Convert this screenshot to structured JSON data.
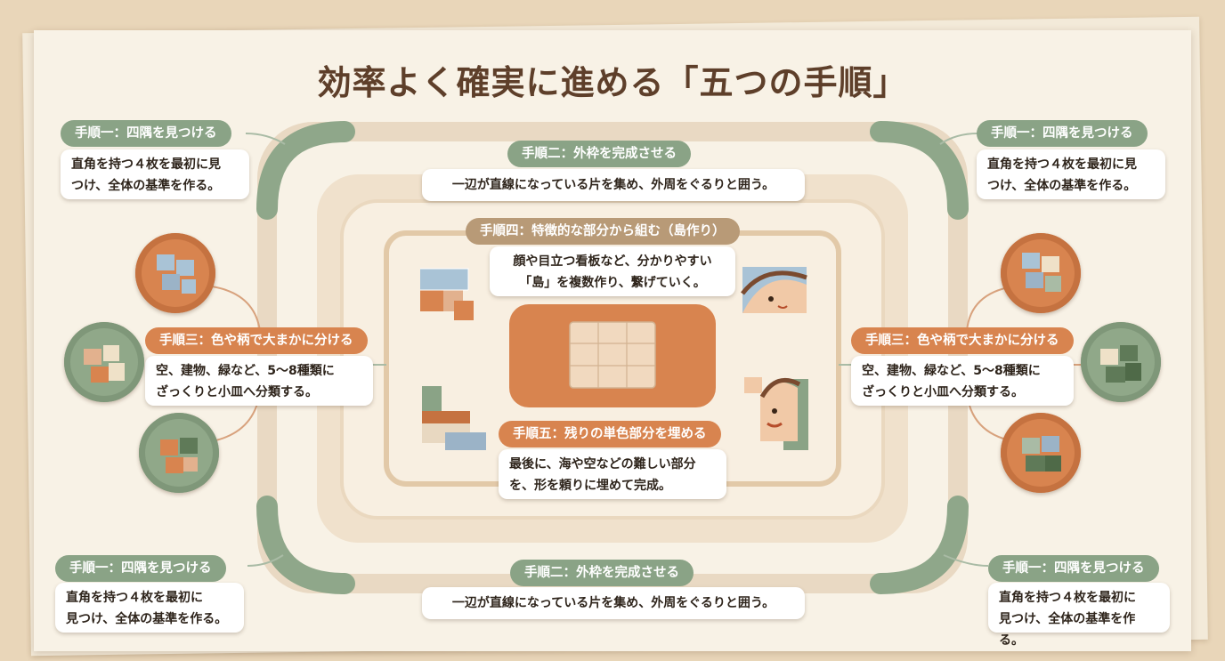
{
  "title": "効率よく確実に進める「五つの手順」",
  "step1": {
    "label": "手順一：四隅を見つける",
    "corners": [
      {
        "lines": [
          "直角を持つ４枚を最初に見",
          "つけ、全体の基準を作る。"
        ]
      },
      {
        "lines": [
          "直角を持つ４枚を最初に見",
          "つけ、全体の基準を作る。"
        ]
      },
      {
        "lines": [
          "直角を持つ４枚を最初に",
          "見つけ、全体の基準を作る。"
        ]
      },
      {
        "lines": [
          "直角を持つ４枚を最初に",
          "見つけ、全体の基準を作る。"
        ]
      }
    ]
  },
  "step2": {
    "label": "手順二：外枠を完成させる",
    "text": "一辺が直線になっている片を集め、外周をぐるりと囲う。"
  },
  "step3": {
    "label": "手順三：色や柄で大まかに分ける",
    "lines": [
      "空、建物、緑など、5〜8種類に",
      "ざっくりと小皿へ分類する。"
    ]
  },
  "step4": {
    "label": "手順四：特徴的な部分から組む（島作り）",
    "lines": [
      "顔や目立つ看板など、分かりやすい",
      "「島」を複数作り、繋げていく。"
    ]
  },
  "step5": {
    "label": "手順五：残りの単色部分を埋める",
    "lines": [
      "最後に、海や空などの難しい部分",
      "を、形を頼りに埋めて完成。"
    ]
  },
  "colors": {
    "brown": "#5e3f2a",
    "green": "#8aa386",
    "orange": "#d8844f",
    "tan": "#b89a77",
    "cream": "#f8f2e6"
  }
}
